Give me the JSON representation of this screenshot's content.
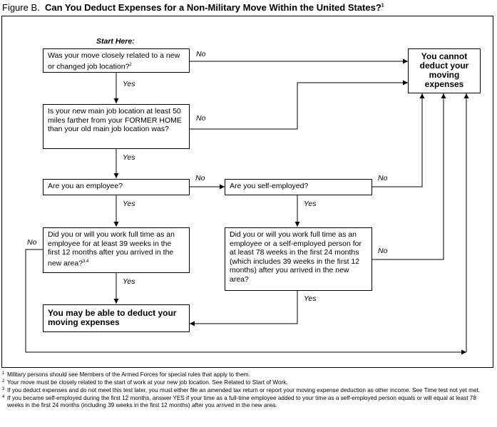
{
  "title": {
    "label": "Figure B.",
    "text": "Can You Deduct Expenses for a Non-Military Move Within the United States?",
    "sup": "1"
  },
  "start": "Start Here:",
  "nodes": {
    "q1": "Was your move closely related to a new or changed job location?",
    "q1_sup": "2",
    "q2": "Is your new main job location at least 50 miles farther from your FORMER HOME than your old main job location was?",
    "q3": "Are you an employee?",
    "q4": "Are you self-employed?",
    "q5": "Did you or will you work full time as an employee for at least 39 weeks in the first 12 months after you arrived in the new area?",
    "q5_sup": "3,4",
    "q6": "Did you or will you work full time as an employee or a self-employed person for at least 78 weeks in the first 24 months (which includes 39 weeks in the first 12 months) after you arrived in the new area?",
    "cannot": "You cannot deduct your moving expenses",
    "may": "You may be able to deduct your moving expenses"
  },
  "edges": {
    "yes": "Yes",
    "no": "No"
  },
  "footnotes": [
    {
      "num": "1",
      "text": "Military persons should see Members of the Armed Forces for special rules that apply to them."
    },
    {
      "num": "2",
      "text": "Your move must be closely related to the start of work at your new job location. See Related to Start of Work."
    },
    {
      "num": "3",
      "text": "If you deduct expenses and do not meet this test later, you must either file an amended tax return or report your moving expense deduction as other income. See Time test not yet met."
    },
    {
      "num": "4",
      "text": "If you became self-employed during the first 12 months, answer YES if your time as a full-time employee added to your time as a self-employed person equals or will equal at least 78 weeks in the first 24 months (including 39 weeks in the first 12 months) after you arrived in the new area."
    }
  ]
}
